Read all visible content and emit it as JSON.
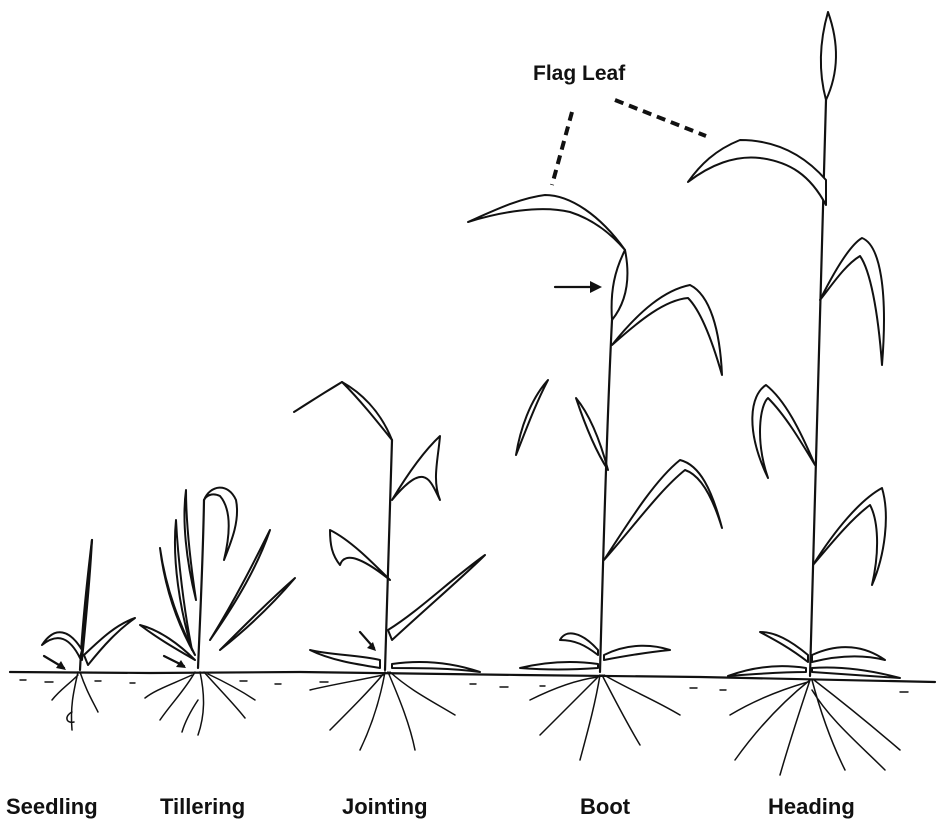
{
  "callouts": {
    "flag_leaf": "Flag Leaf"
  },
  "stages": [
    {
      "label": "Seedling"
    },
    {
      "label": "Tillering"
    },
    {
      "label": "Jointing"
    },
    {
      "label": "Boot"
    },
    {
      "label": "Heading"
    }
  ]
}
